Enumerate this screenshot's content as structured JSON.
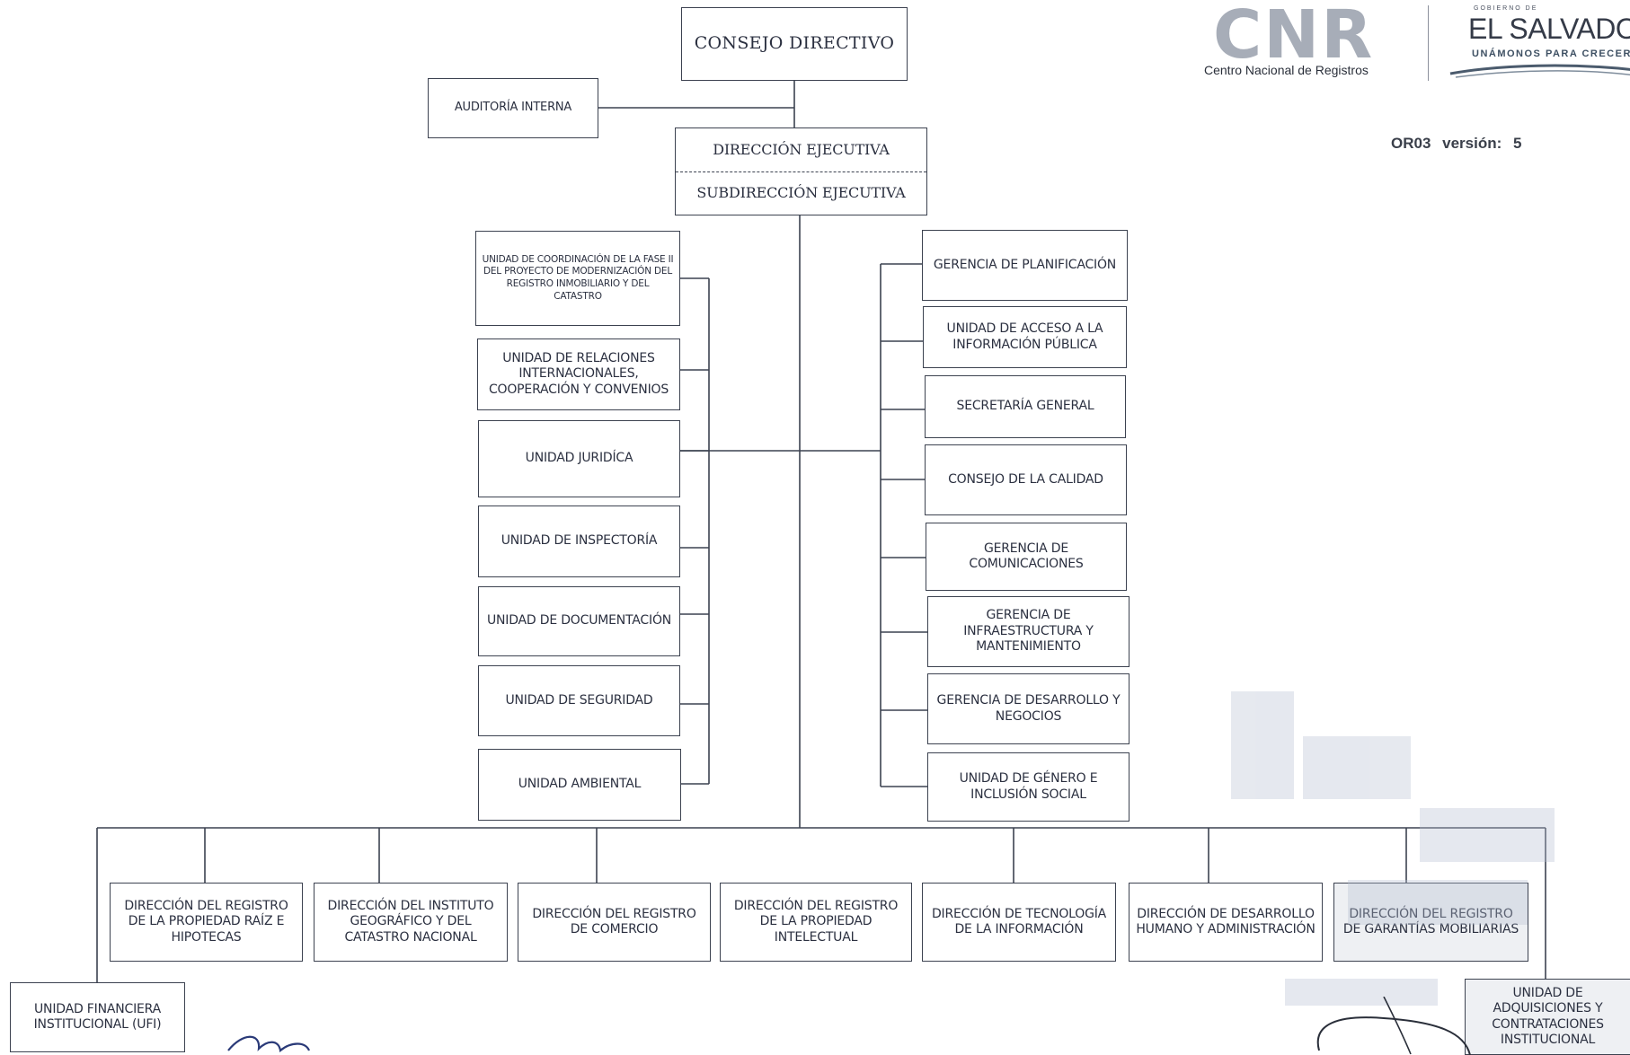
{
  "header": {
    "logo_text": "CNR",
    "logo_subtitle": "Centro Nacional de Registros",
    "government_small": "GOBIERNO DE",
    "government_title": "EL SALVADOR",
    "government_slogan": "UNÁMONOS PARA CRECER",
    "document_code": "OR03 versión: 5"
  },
  "org": {
    "top": "CONSEJO DIRECTIVO",
    "audit": "AUDITORÍA INTERNA",
    "executive": "DIRECCIÓN EJECUTIVA",
    "sub_executive": "SUBDIRECCIÓN EJECUTIVA",
    "left_units": [
      "UNIDAD DE COORDINACIÓN DE LA FASE II DEL PROYECTO DE MODERNIZACIÓN DEL REGISTRO INMOBILIARIO Y DEL CATASTRO",
      "UNIDAD DE RELACIONES INTERNACIONALES, COOPERACIÓN Y CONVENIOS",
      "UNIDAD JURIDÍCA",
      "UNIDAD DE INSPECTORÍA",
      "UNIDAD DE DOCUMENTACIÓN",
      "UNIDAD DE SEGURIDAD",
      "UNIDAD AMBIENTAL"
    ],
    "right_units": [
      "GERENCIA DE PLANIFICACIÓN",
      "UNIDAD DE ACCESO A LA INFORMACIÓN PÚBLICA",
      "SECRETARÍA GENERAL",
      "CONSEJO DE LA CALIDAD",
      "GERENCIA DE COMUNICACIONES",
      "GERENCIA DE INFRAESTRUCTURA Y MANTENIMIENTO",
      "GERENCIA DE DESARROLLO Y NEGOCIOS",
      "UNIDAD DE GÉNERO E INCLUSIÓN SOCIAL"
    ],
    "directorates": [
      "DIRECCIÓN DEL REGISTRO DE LA PROPIEDAD RAÍZ E HIPOTECAS",
      "DIRECCIÓN DEL INSTITUTO GEOGRÁFICO Y DEL CATASTRO NACIONAL",
      "DIRECCIÓN DEL REGISTRO DE COMERCIO",
      "DIRECCIÓN DEL REGISTRO DE LA PROPIEDAD INTELECTUAL",
      "DIRECCIÓN DE TECNOLOGÍA DE LA INFORMACIÓN",
      "DIRECCIÓN DE DESARROLLO HUMANO Y ADMINISTRACIÓN",
      "DIRECCIÓN DEL REGISTRO DE GARANTÍAS MOBILIARIAS"
    ],
    "bottom_left": "UNIDAD FINANCIERA INSTITUCIONAL (UFI)",
    "bottom_right": "UNIDAD DE ADQUISICIONES Y CONTRATACIONES INSTITUCIONAL"
  }
}
